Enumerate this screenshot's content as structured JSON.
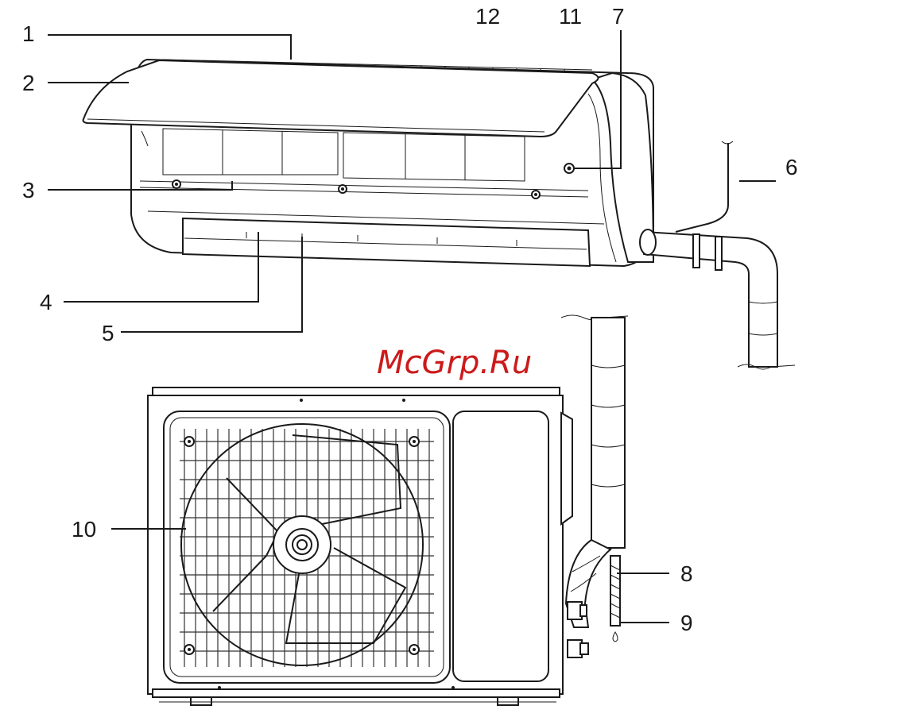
{
  "watermark": "McGrp.Ru",
  "callouts": [
    {
      "id": "c1",
      "text": "1"
    },
    {
      "id": "c2",
      "text": "2"
    },
    {
      "id": "c3",
      "text": "3"
    },
    {
      "id": "c4",
      "text": "4"
    },
    {
      "id": "c5",
      "text": "5"
    },
    {
      "id": "c6",
      "text": "6"
    },
    {
      "id": "c7",
      "text": "7"
    },
    {
      "id": "c8",
      "text": "8"
    },
    {
      "id": "c9",
      "text": "9"
    },
    {
      "id": "c10",
      "text": "10"
    },
    {
      "id": "c11",
      "text": "11"
    },
    {
      "id": "c12",
      "text": "12"
    }
  ]
}
